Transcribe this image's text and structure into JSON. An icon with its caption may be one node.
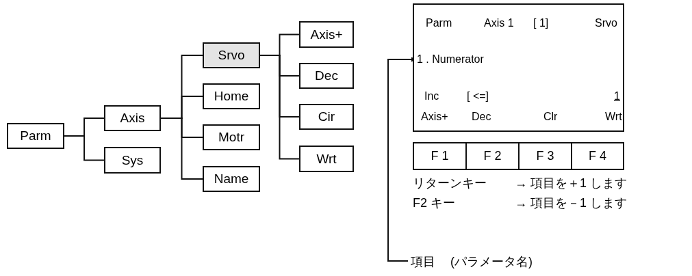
{
  "diagram": {
    "nodes": [
      {
        "text": [
          "Parm"
        ]
      },
      {
        "text": [
          "Axis"
        ]
      },
      {
        "text": [
          "Sys"
        ]
      },
      {
        "text": [
          "Srvo"
        ]
      },
      {
        "text": [
          "Home"
        ]
      },
      {
        "text": [
          "Motr"
        ]
      },
      {
        "text": [
          "Name"
        ]
      },
      {
        "text": [
          "Axis+"
        ]
      },
      {
        "text": [
          "Dec"
        ]
      },
      {
        "text": [
          "Cir"
        ]
      },
      {
        "text": [
          "Wrt"
        ]
      },
      {
        "text": [
          "Parm",
          "Axis 1",
          "[ 1]",
          "Srvo",
          "Inc",
          "[ <=]",
          "1",
          "Axis+",
          "Dec",
          "Clr",
          "Wrt"
        ]
      },
      {
        "text": [
          "1 . Numerator"
        ],
        "in": 11
      },
      {
        "text": [
          "F 1"
        ]
      },
      {
        "text": [
          "F 2"
        ]
      },
      {
        "text": [
          "F 3"
        ]
      },
      {
        "text": [
          "F 4"
        ]
      },
      {
        "text": [
          "項目",
          "(パラメータ名)"
        ]
      }
    ],
    "edges": [
      {
        "from": 0,
        "to": 1,
        "arrow": "none"
      },
      {
        "from": 0,
        "to": 2,
        "arrow": "none"
      },
      {
        "from": 1,
        "to": 3,
        "arrow": "none"
      },
      {
        "from": 1,
        "to": 4,
        "arrow": "none"
      },
      {
        "from": 1,
        "to": 5,
        "arrow": "none"
      },
      {
        "from": 1,
        "to": 6,
        "arrow": "none"
      },
      {
        "from": 3,
        "to": 7,
        "arrow": "none"
      },
      {
        "from": 3,
        "to": 8,
        "arrow": "none"
      },
      {
        "from": 3,
        "to": 9,
        "arrow": "none"
      },
      {
        "from": 3,
        "to": 10,
        "arrow": "none"
      },
      {
        "from": 17,
        "to": 12,
        "arrow": "to"
      }
    ],
    "labels": [
      "リターンキー",
      "→ 項目を＋1 します",
      "F2 キー",
      "→ 項目を－1 します"
    ]
  }
}
